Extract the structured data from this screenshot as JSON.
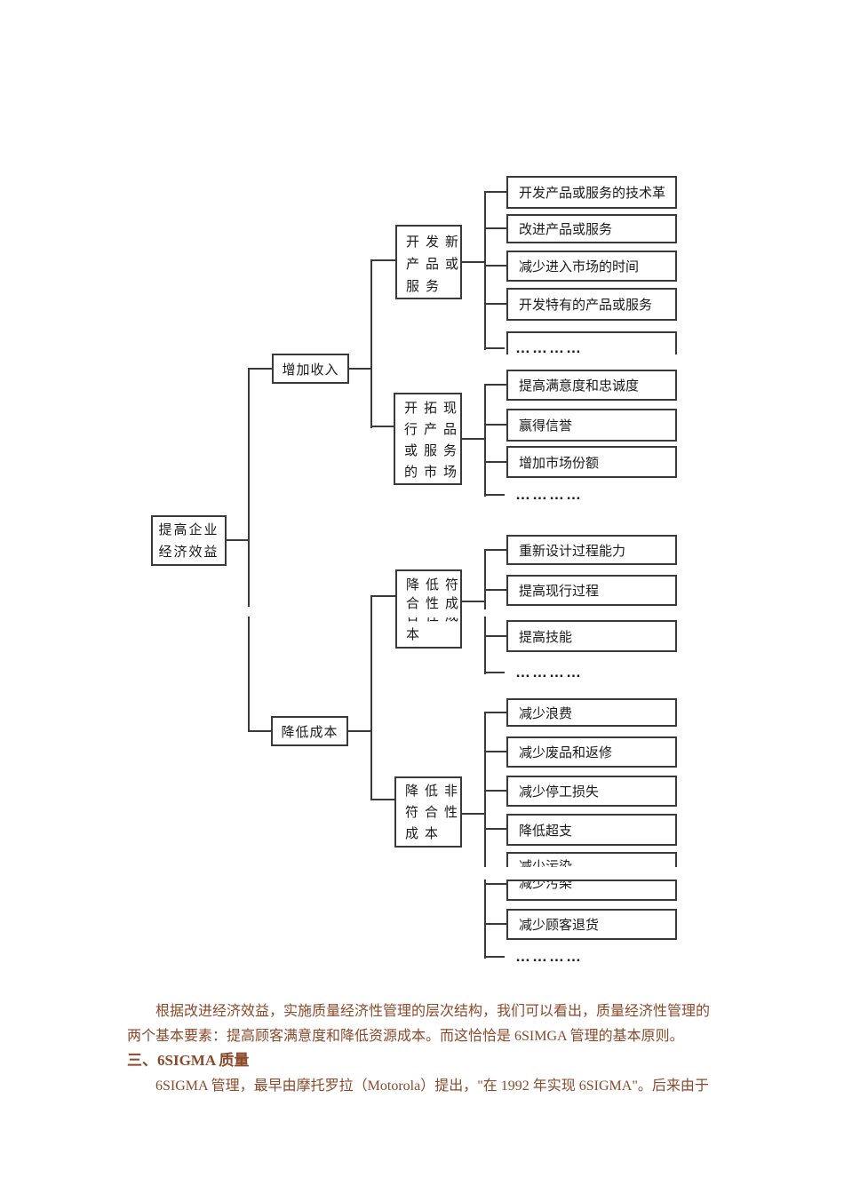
{
  "diagram": {
    "root": {
      "lines": [
        "提高企业",
        "经济效益"
      ]
    },
    "branch_income": {
      "label": "增加收入"
    },
    "branch_cost": {
      "label": "降低成本"
    },
    "group1": {
      "parent_lines": [
        "开发新",
        "产品或",
        "服务"
      ],
      "leaves": [
        "开发产品或服务的技术革",
        "改进产品或服务",
        "减少进入市场的时间",
        "开发特有的产品或服务"
      ],
      "dots": "…………"
    },
    "group2": {
      "parent_lines": [
        "开拓现",
        "行产品",
        "或服务",
        "的市场"
      ],
      "leaves": [
        "提高满意度和忠诚度",
        "赢得信誉",
        "增加市场份额"
      ],
      "dots": "…………"
    },
    "group3": {
      "parent_line1": "降低符",
      "parent_line2": "合性成",
      "parent_line3": "本",
      "leaves": [
        "重新设计过程能力",
        "提高现行过程",
        "提高技能"
      ],
      "dots": "…………"
    },
    "group4": {
      "parent_lines": [
        "降低非",
        "符合性",
        "成本"
      ],
      "leaves": [
        "减少浪费",
        "减少废品和返修",
        "减少停工损失",
        "降低超支",
        "减少污染",
        "减少顾客退货"
      ],
      "dots": "…………"
    }
  },
  "body_text": {
    "para1_line1": "根据改进经济效益，实施质量经济性管理的层次结构，我们可以看出，质量经济性管理的",
    "para1_line2": "两个基本要素：提高顾客满意度和降低资源成本。而这恰恰是 6SIMGA 管理的基本原则。",
    "heading": "三、6SIGMA 质量",
    "para2_line1": "6SIGMA 管理，最早由摩托罗拉（Motorola）提出，\"在 1992 年实现 6SIGMA\"。后来由于"
  },
  "colors": {
    "line": "#3a3a3a",
    "body_text": "#8B4A2B"
  }
}
